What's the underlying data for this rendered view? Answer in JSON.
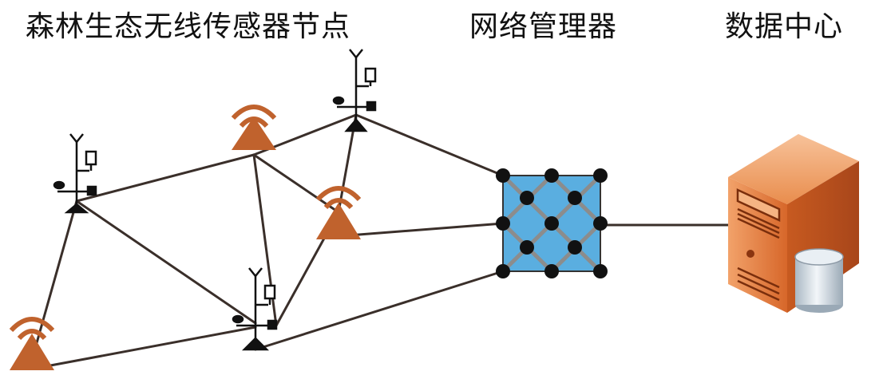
{
  "labels": {
    "sensor_nodes": "森林生态无线传感器节点",
    "network_manager": "网络管理器",
    "data_center": "数据中心"
  },
  "colors": {
    "node": "#c0622d",
    "link": "#3a2f2a",
    "mesh_fill": "#5aaee0",
    "mesh_line": "#808080",
    "server": "#e8803e",
    "database": "#c9d6e0"
  },
  "icons": [
    "signal-triangle-node",
    "antenna-station-node",
    "mesh-network-manager",
    "server-icon",
    "database-icon"
  ]
}
